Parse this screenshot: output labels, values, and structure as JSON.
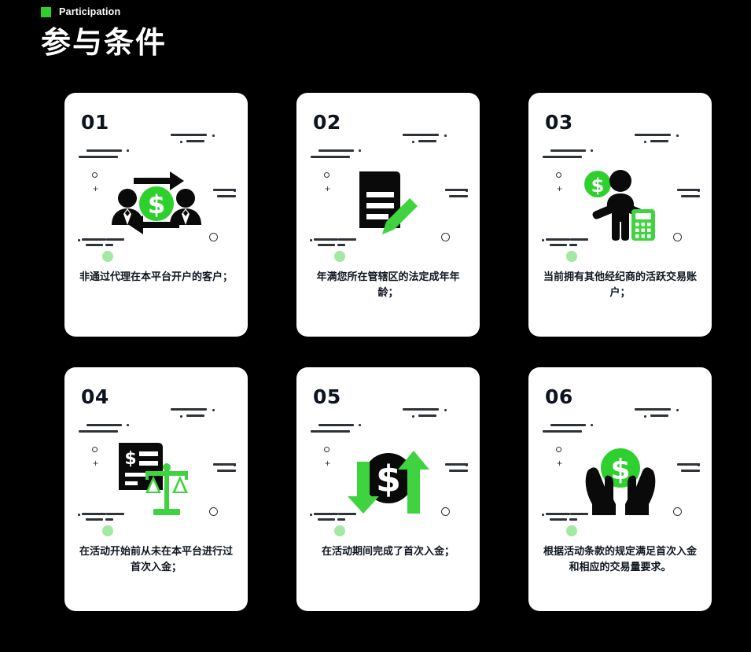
{
  "header": {
    "eyebrow_icon": "green-square-icon",
    "eyebrow": "Participation",
    "title": "参与条件"
  },
  "colors": {
    "background": "#000000",
    "card": "#ffffff",
    "accent_green": "#2ed02e",
    "soft_green": "#a3e8a3",
    "ink": "#10161f",
    "decor": "#2f3338"
  },
  "cards": [
    {
      "number": "01",
      "icon": "people-exchange-dollar-icon",
      "text": "非通过代理在本平台开户的客户；"
    },
    {
      "number": "02",
      "icon": "document-pencil-icon",
      "text": "年满您所在管辖区的法定成年年龄；"
    },
    {
      "number": "03",
      "icon": "person-dollar-calculator-icon",
      "text": "当前拥有其他经纪商的活跃交易账户；"
    },
    {
      "number": "04",
      "icon": "invoice-scales-icon",
      "text": "在活动开始前从未在本平台进行过首次入金；"
    },
    {
      "number": "05",
      "icon": "coin-arrows-updown-icon",
      "text": "在活动期间完成了首次入金；"
    },
    {
      "number": "06",
      "icon": "hands-holding-coin-icon",
      "text": "根据活动条款的规定满足首次入金和相应的交易量要求。"
    }
  ]
}
